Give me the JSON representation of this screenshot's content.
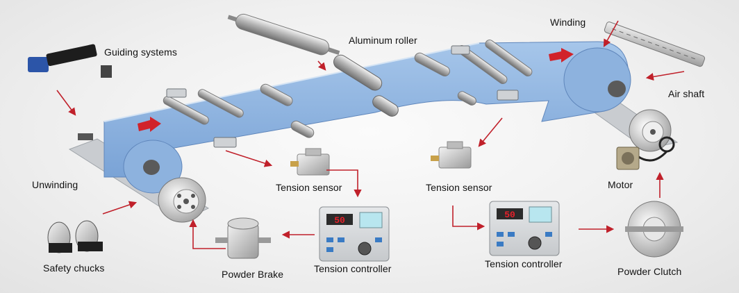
{
  "labels": {
    "guiding_systems": "Guiding systems",
    "aluminum_roller": "Aluminum roller",
    "winding": "Winding",
    "air_shaft": "Air shaft",
    "unwinding": "Unwinding",
    "tension_sensor_left": "Tension sensor",
    "tension_sensor_right": "Tension sensor",
    "motor": "Motor",
    "safety_chucks": "Safety chucks",
    "powder_brake": "Powder Brake",
    "tension_controller_left": "Tension controller",
    "tension_controller_right": "Tension controller",
    "powder_clutch": "Powder Clutch"
  },
  "controller_displays": {
    "left": "50",
    "right": "50"
  },
  "colors": {
    "web": "#8fb6e2",
    "web_dark": "#6b93c8",
    "arrow": "#c0202a",
    "frame": "#b9bec3",
    "controller_body": "#d9dcdf",
    "controller_screen": "#b8e6ef",
    "led": "#e8202a"
  },
  "icons": [
    "direction-arrow-icon",
    "flow-arrow-icon"
  ]
}
